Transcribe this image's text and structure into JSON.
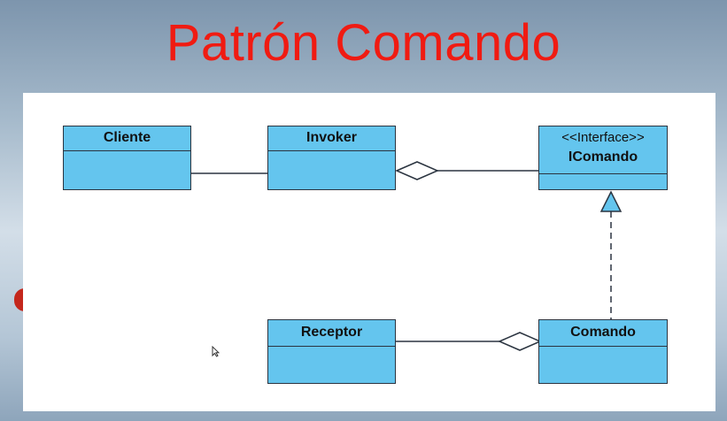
{
  "slide": {
    "title": "Patrón Comando",
    "title_color": "#f01b12"
  },
  "diagram": {
    "type": "uml-class-diagram",
    "class_fill": "#64c5ee",
    "line_color": "#2b3440",
    "classes": {
      "cliente": {
        "name": "Cliente"
      },
      "invoker": {
        "name": "Invoker"
      },
      "icomando": {
        "stereotype": "<<Interface>>",
        "name": "IComando"
      },
      "receptor": {
        "name": "Receptor"
      },
      "comando": {
        "name": "Comando"
      }
    },
    "relationships": [
      {
        "from": "Cliente",
        "to": "Invoker",
        "kind": "association"
      },
      {
        "from": "Invoker",
        "to": "IComando",
        "kind": "aggregation"
      },
      {
        "from": "Comando",
        "to": "IComando",
        "kind": "realization"
      },
      {
        "from": "Comando",
        "to": "Receptor",
        "kind": "aggregation"
      }
    ]
  }
}
